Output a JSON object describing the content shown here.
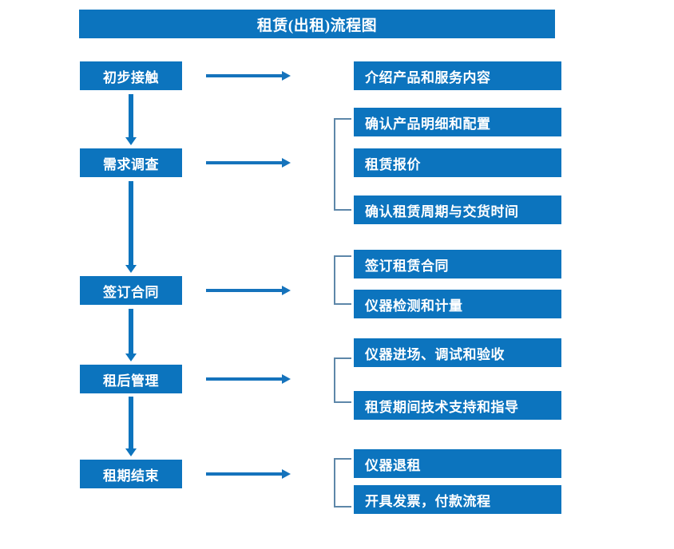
{
  "title": "租赁(出租)流程图",
  "colors": {
    "box_blue": "#0C74BE",
    "arrow_blue": "#1573BC",
    "bracket_gray_blue": "#5D87A9",
    "text_white": "#FFFFFF",
    "background": "#FFFFFF"
  },
  "chart_data": {
    "type": "diagram",
    "title": "租赁(出租)流程图",
    "stages": [
      {
        "stage": "初步接触",
        "details": [
          "介绍产品和服务内容"
        ],
        "bracketed": false
      },
      {
        "stage": "需求调查",
        "details": [
          "确认产品明细和配置",
          "租赁报价",
          "确认租赁周期与交货时间"
        ],
        "bracketed": true
      },
      {
        "stage": "签订合同",
        "details": [
          "签订租赁合同",
          "仪器检测和计量"
        ],
        "bracketed": true
      },
      {
        "stage": "租后管理",
        "details": [
          "仪器进场、调试和验收",
          "租赁期间技术支持和指导"
        ],
        "bracketed": true
      },
      {
        "stage": "租期结束",
        "details": [
          "仪器退租",
          "开具发票，付款流程"
        ],
        "bracketed": true
      }
    ]
  },
  "stages": [
    {
      "label": "初步接触"
    },
    {
      "label": "需求调查"
    },
    {
      "label": "签订合同"
    },
    {
      "label": "租后管理"
    },
    {
      "label": "租期结束"
    }
  ],
  "details": {
    "g1": [
      {
        "label": "介绍产品和服务内容"
      }
    ],
    "g2": [
      {
        "label": "确认产品明细和配置"
      },
      {
        "label": "租赁报价"
      },
      {
        "label": "确认租赁周期与交货时间"
      }
    ],
    "g3": [
      {
        "label": "签订租赁合同"
      },
      {
        "label": "仪器检测和计量"
      }
    ],
    "g4": [
      {
        "label": "仪器进场、调试和验收"
      },
      {
        "label": "租赁期间技术支持和指导"
      }
    ],
    "g5": [
      {
        "label": "仪器退租"
      },
      {
        "label": "开具发票，付款流程"
      }
    ]
  },
  "icons": {
    "down_arrow": "down-arrow-icon",
    "right_arrow": "right-arrow-icon",
    "bracket": "group-bracket-icon"
  }
}
